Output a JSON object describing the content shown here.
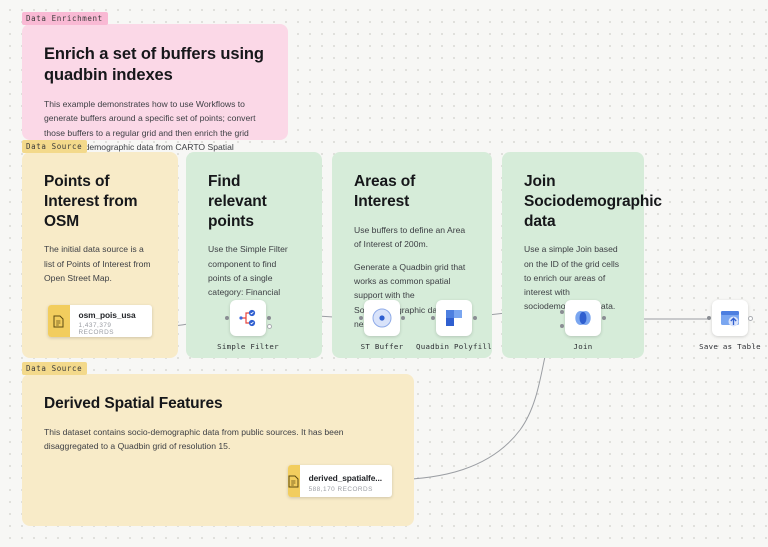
{
  "canvas": {
    "background": "#f7f7f5",
    "dot_color": "#d8d8d4"
  },
  "panels": [
    {
      "id": "data-enrichment",
      "tag": "Data Enrichment",
      "title": "Enrich a set of buffers using quadbin indexes",
      "body": [
        "This example demonstrates how to use Workflows to generate buffers around a specific set of points; convert those buffers to a regular grid and then enrich the grid with socio-demographic data from CARTO Spatial Features."
      ],
      "color": "#fbd8e7",
      "tag_color": "#f9b9d4"
    },
    {
      "id": "points-of-interest",
      "tag": "Data Source",
      "title": "Points of Interest from OSM",
      "body": [
        "The initial data source is a list of Points of Interest from Open Street Map."
      ],
      "color": "#f8ebc8",
      "tag_color": "#f3d98b"
    },
    {
      "id": "find-relevant-points",
      "tag": "",
      "title": "Find relevant points",
      "body": [
        "Use the Simple Filter component to find points of a single category: Financial"
      ],
      "color": "#d6ecd9"
    },
    {
      "id": "areas-of-interest",
      "tag": "",
      "title": "Areas of Interest",
      "body": [
        "Use buffers to define an Area of Interest of 200m.",
        "Generate a Quadbin grid that works as common spatial support with the Sociodemographic data in the next step."
      ],
      "color": "#d6ecd9"
    },
    {
      "id": "join-sociodemographic",
      "tag": "",
      "title": "Join Sociodemographic data",
      "body": [
        "Use a simple Join based on the ID of the grid cells to enrich our areas of interest with sociodemographic data."
      ],
      "color": "#d6ecd9"
    },
    {
      "id": "derived-spatial-features",
      "tag": "Data Source",
      "title": "Derived Spatial Features",
      "body": [
        "This dataset contains socio-demographic data from public sources. It has been disaggregated to a Quadbin grid of resolution 15."
      ],
      "color": "#f8ebc8",
      "tag_color": "#f3d98b"
    }
  ],
  "sources": [
    {
      "id": "osm-pois-usa",
      "name": "osm_pois_usa",
      "count": "1,437,379 RECORDS",
      "icon": "table-file-icon"
    },
    {
      "id": "derived-spatialfe",
      "name": "derived_spatialfe...",
      "count": "588,170 RECORDS",
      "icon": "table-file-icon"
    }
  ],
  "nodes": [
    {
      "id": "simple-filter",
      "label": "Simple Filter",
      "icon": "split-filter-icon"
    },
    {
      "id": "st-buffer",
      "label": "ST Buffer",
      "icon": "buffer-circle-icon"
    },
    {
      "id": "quadbin-polyfill",
      "label": "Quadbin Polyfill",
      "icon": "quadbin-grid-icon"
    },
    {
      "id": "join",
      "label": "Join",
      "icon": "join-venn-icon"
    },
    {
      "id": "save-as-table",
      "label": "Save as Table",
      "icon": "save-table-icon"
    }
  ],
  "accent": {
    "blue": "#3c6ae1",
    "blue_light": "#7aa6f0",
    "yellow": "#f2cd5e",
    "edge": "#9b9ea3"
  }
}
